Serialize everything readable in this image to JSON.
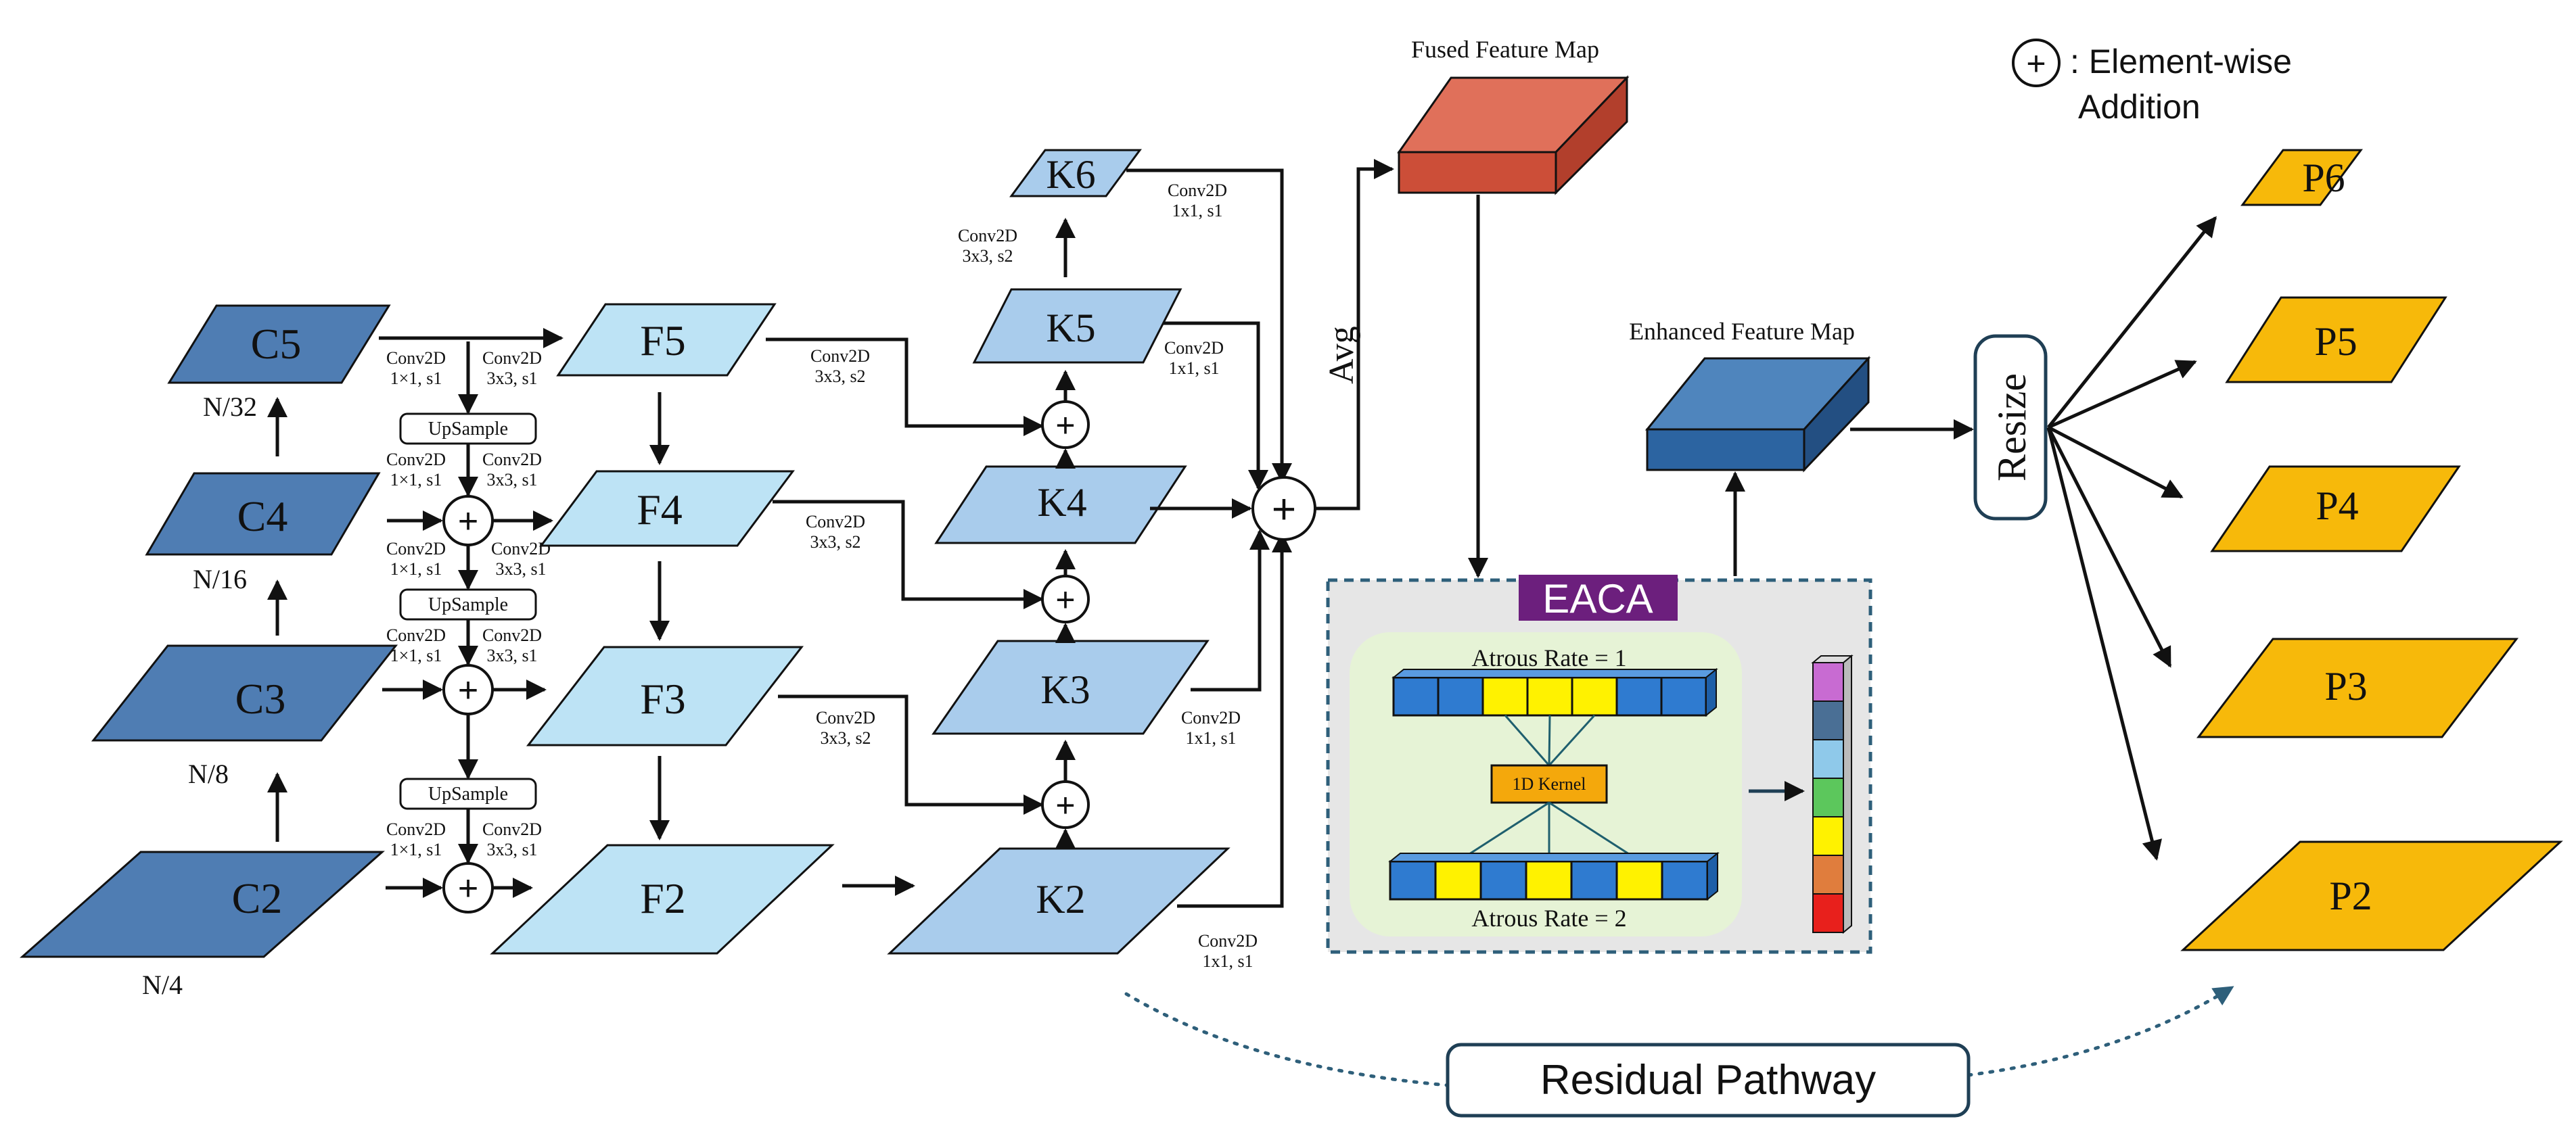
{
  "colors": {
    "c_level": "#4f7db3",
    "f_level": "#bde3f5",
    "k_level": "#a9ccec",
    "p_level": "#f7b90a",
    "fused_top": "#e0705a",
    "fused_front": "#cc4e38",
    "enhanced_top": "#4f85bd",
    "enhanced_front": "#2c64a1",
    "eaca_bg": "#e6e6e6",
    "eaca_inner": "#e6f3d6",
    "eaca_label_bg": "#6c1f7d",
    "kernel": "#f4a80c",
    "cell_blue": "#2f7bd0",
    "cell_yellow": "#fff200",
    "stroke": "#111111",
    "dash": "#2e5f7a"
  },
  "c_levels": [
    {
      "label": "C5",
      "scale": "N/32"
    },
    {
      "label": "C4",
      "scale": "N/16"
    },
    {
      "label": "C3",
      "scale": "N/8"
    },
    {
      "label": "C2",
      "scale": "N/4"
    }
  ],
  "f_levels": [
    "F5",
    "F4",
    "F3",
    "F2"
  ],
  "k_levels": [
    "K6",
    "K5",
    "K4",
    "K3",
    "K2"
  ],
  "p_levels": [
    "P6",
    "P5",
    "P4",
    "P3",
    "P2"
  ],
  "ops": {
    "conv1_line1": "Conv2D",
    "conv1_line2": "1×1, s1",
    "conv3_line1": "Conv2D",
    "conv3_line2": "3x3, s1",
    "conv3s2_line2": "3x3, s2",
    "conv1x1_line2": "1x1, s1",
    "upsample": "UpSample"
  },
  "labels": {
    "avg": "Avg",
    "fused": "Fused Feature Map",
    "enhanced": "Enhanced Feature Map",
    "eaca": "EACA",
    "atrous1": "Atrous Rate = 1",
    "atrous2": "Atrous Rate = 2",
    "kernel": "1D Kernel",
    "resize": "Resize",
    "residual": "Residual Pathway",
    "legend_line1": ": Element-wise",
    "legend_line2": "Addition",
    "plus": "+"
  },
  "channel_colors": [
    "#c86bd2",
    "#4a6f95",
    "#8fc9ea",
    "#5cc75c",
    "#fff200",
    "#e07d3d",
    "#e8201c"
  ]
}
